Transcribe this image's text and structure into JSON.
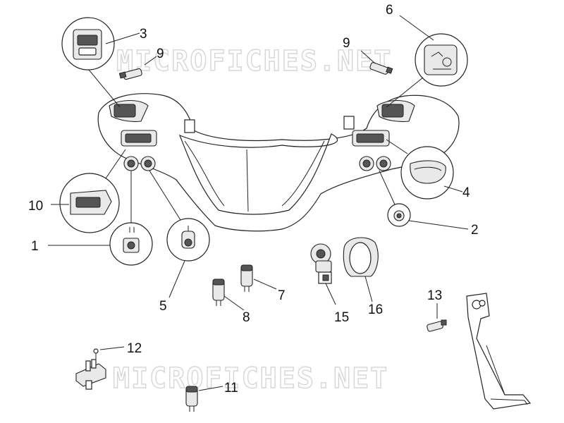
{
  "watermarks": [
    "MICROFICHES.NET",
    "MICROFICHES.NET"
  ],
  "callouts": [
    {
      "id": "3",
      "label": "3"
    },
    {
      "id": "6",
      "label": "6"
    },
    {
      "id": "9a",
      "label": "9"
    },
    {
      "id": "9b",
      "label": "9"
    },
    {
      "id": "10",
      "label": "10"
    },
    {
      "id": "4",
      "label": "4"
    },
    {
      "id": "1",
      "label": "1"
    },
    {
      "id": "2",
      "label": "2"
    },
    {
      "id": "5",
      "label": "5"
    },
    {
      "id": "7",
      "label": "7"
    },
    {
      "id": "8",
      "label": "8"
    },
    {
      "id": "15",
      "label": "15"
    },
    {
      "id": "16",
      "label": "16"
    },
    {
      "id": "13",
      "label": "13"
    },
    {
      "id": "12",
      "label": "12"
    },
    {
      "id": "11",
      "label": "11"
    }
  ]
}
